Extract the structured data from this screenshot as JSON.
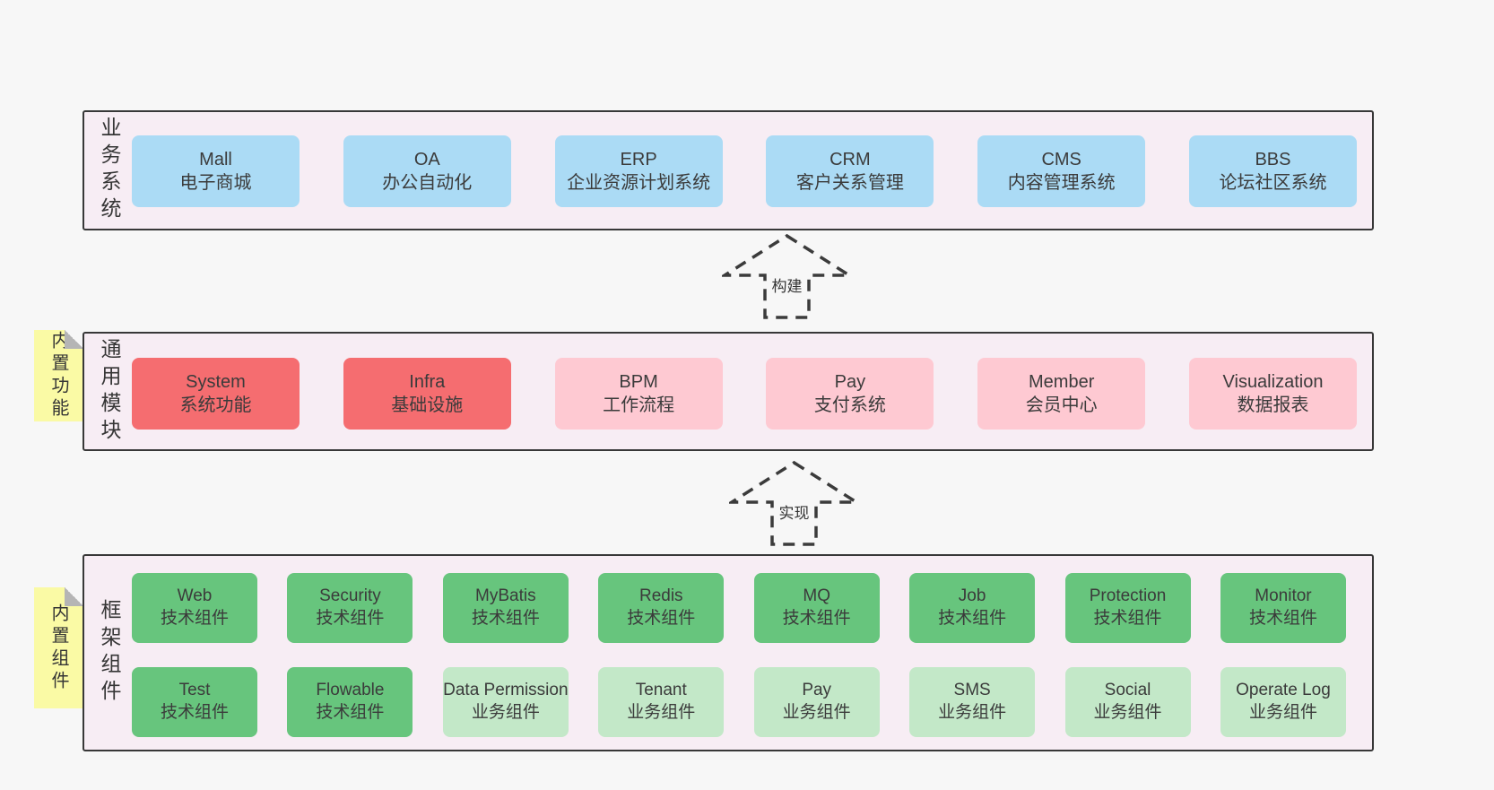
{
  "colors": {
    "page_bg": "#f7f7f7",
    "container_bg": "#f7edf4",
    "container_border": "#383838",
    "blue": "#abdbf5",
    "red": "#f56d70",
    "pink": "#fec9d2",
    "green": "#67c57d",
    "light_green": "#c3e8c8",
    "yellow": "#fafaa5",
    "fold": "#b5b5b5",
    "text": "#3b3b3b"
  },
  "business": {
    "label": "业务系统",
    "boxes": [
      {
        "title": "Mall",
        "subtitle": "电子商城"
      },
      {
        "title": "OA",
        "subtitle": "办公自动化"
      },
      {
        "title": "ERP",
        "subtitle": "企业资源计划系统"
      },
      {
        "title": "CRM",
        "subtitle": "客户关系管理"
      },
      {
        "title": "CMS",
        "subtitle": "内容管理系统"
      },
      {
        "title": "BBS",
        "subtitle": "论坛社区系统"
      }
    ]
  },
  "arrow_build": {
    "label": "构建"
  },
  "modules": {
    "label": "通用模块",
    "tab": "内置功能",
    "boxes": [
      {
        "title": "System",
        "subtitle": "系统功能"
      },
      {
        "title": "Infra",
        "subtitle": "基础设施"
      },
      {
        "title": "BPM",
        "subtitle": "工作流程"
      },
      {
        "title": "Pay",
        "subtitle": "支付系统"
      },
      {
        "title": "Member",
        "subtitle": "会员中心"
      },
      {
        "title": "Visualization",
        "subtitle": "数据报表"
      }
    ]
  },
  "arrow_implement": {
    "label": "实现"
  },
  "components": {
    "label": "框架组件",
    "tab": "内置组件",
    "row1": [
      {
        "title": "Web",
        "subtitle": "技术组件"
      },
      {
        "title": "Security",
        "subtitle": "技术组件"
      },
      {
        "title": "MyBatis",
        "subtitle": "技术组件"
      },
      {
        "title": "Redis",
        "subtitle": "技术组件"
      },
      {
        "title": "MQ",
        "subtitle": "技术组件"
      },
      {
        "title": "Job",
        "subtitle": "技术组件"
      },
      {
        "title": "Protection",
        "subtitle": "技术组件"
      },
      {
        "title": "Monitor",
        "subtitle": "技术组件"
      }
    ],
    "row2": [
      {
        "title": "Test",
        "subtitle": "技术组件"
      },
      {
        "title": "Flowable",
        "subtitle": "技术组件"
      },
      {
        "title": "Data Permission",
        "subtitle": "业务组件"
      },
      {
        "title": "Tenant",
        "subtitle": "业务组件"
      },
      {
        "title": "Pay",
        "subtitle": "业务组件"
      },
      {
        "title": "SMS",
        "subtitle": "业务组件"
      },
      {
        "title": "Social",
        "subtitle": "业务组件"
      },
      {
        "title": "Operate Log",
        "subtitle": "业务组件"
      }
    ]
  }
}
